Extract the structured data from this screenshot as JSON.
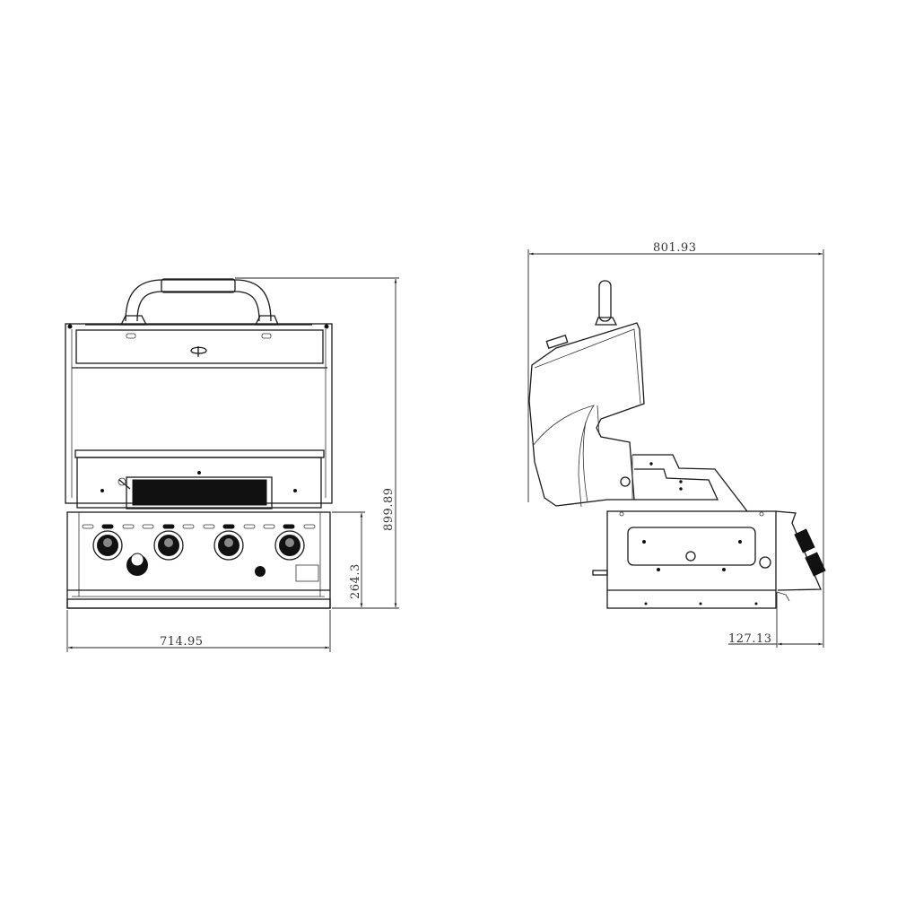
{
  "title": "Built-in gas grill dimension drawing",
  "units": "mm",
  "front_view": {
    "width_label": "714.95",
    "control_panel_height_label": "264.3",
    "total_height_label": "899.89",
    "burner_knob_count": 4
  },
  "side_view": {
    "depth_label": "801.93",
    "control_panel_overhang_label": "127.13"
  },
  "colors": {
    "line": "#1a1a1a",
    "background": "#ffffff"
  }
}
